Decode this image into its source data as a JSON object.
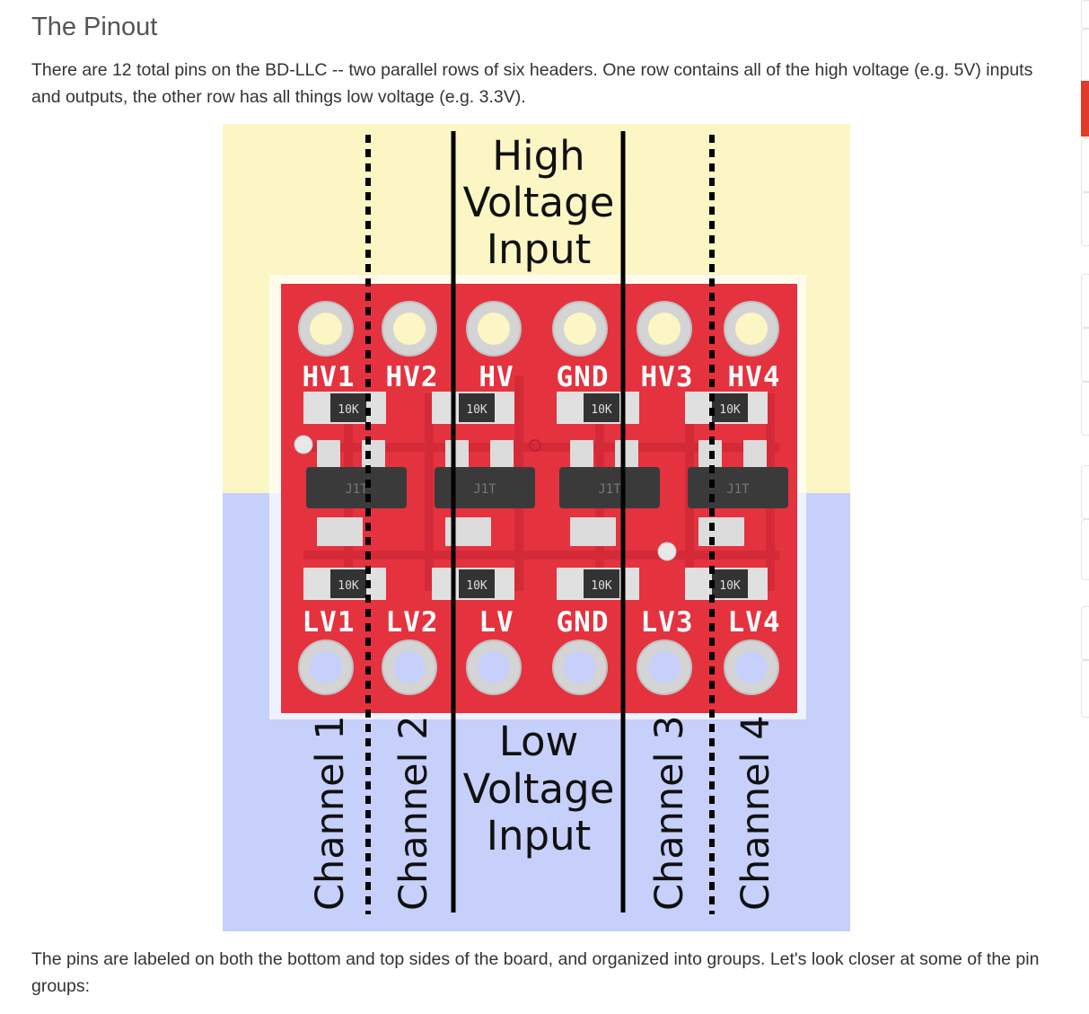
{
  "heading": "The Pinout",
  "intro": "There are 12 total pins on the BD-LLC -- two parallel rows of six headers. One row contains all of the high voltage (e.g. 5V) inputs and outputs, the other row has all things low voltage (e.g. 3.3V).",
  "outro": "The pins are labeled on both the bottom and top sides of the board, and organized into groups. Let's look closer at some of the pin groups:",
  "figure": {
    "high_label": [
      "High",
      "Voltage",
      "Input"
    ],
    "low_label": [
      "Low",
      "Voltage",
      "Input"
    ],
    "top_pins": [
      "HV1",
      "HV2",
      "HV",
      "GND",
      "HV3",
      "HV4"
    ],
    "bottom_pins": [
      "LV1",
      "LV2",
      "LV",
      "GND",
      "LV3",
      "LV4"
    ],
    "channels": [
      "Channel 1",
      "Channel 2",
      "Channel 3",
      "Channel 4"
    ],
    "resistor_top": [
      "10K",
      "10K",
      "10K",
      "10K"
    ],
    "resistor_bottom": [
      "10K",
      "10K",
      "10K",
      "10K"
    ],
    "transistor_marks": [
      "J1T",
      "J1T",
      "J1T",
      "J1T"
    ],
    "colors": {
      "high_bg": "#fbf6c4",
      "low_bg": "#c6d0fb",
      "pcb": "#e5323f",
      "pad": "#d4d4d4",
      "silk": "#ffffff"
    }
  }
}
